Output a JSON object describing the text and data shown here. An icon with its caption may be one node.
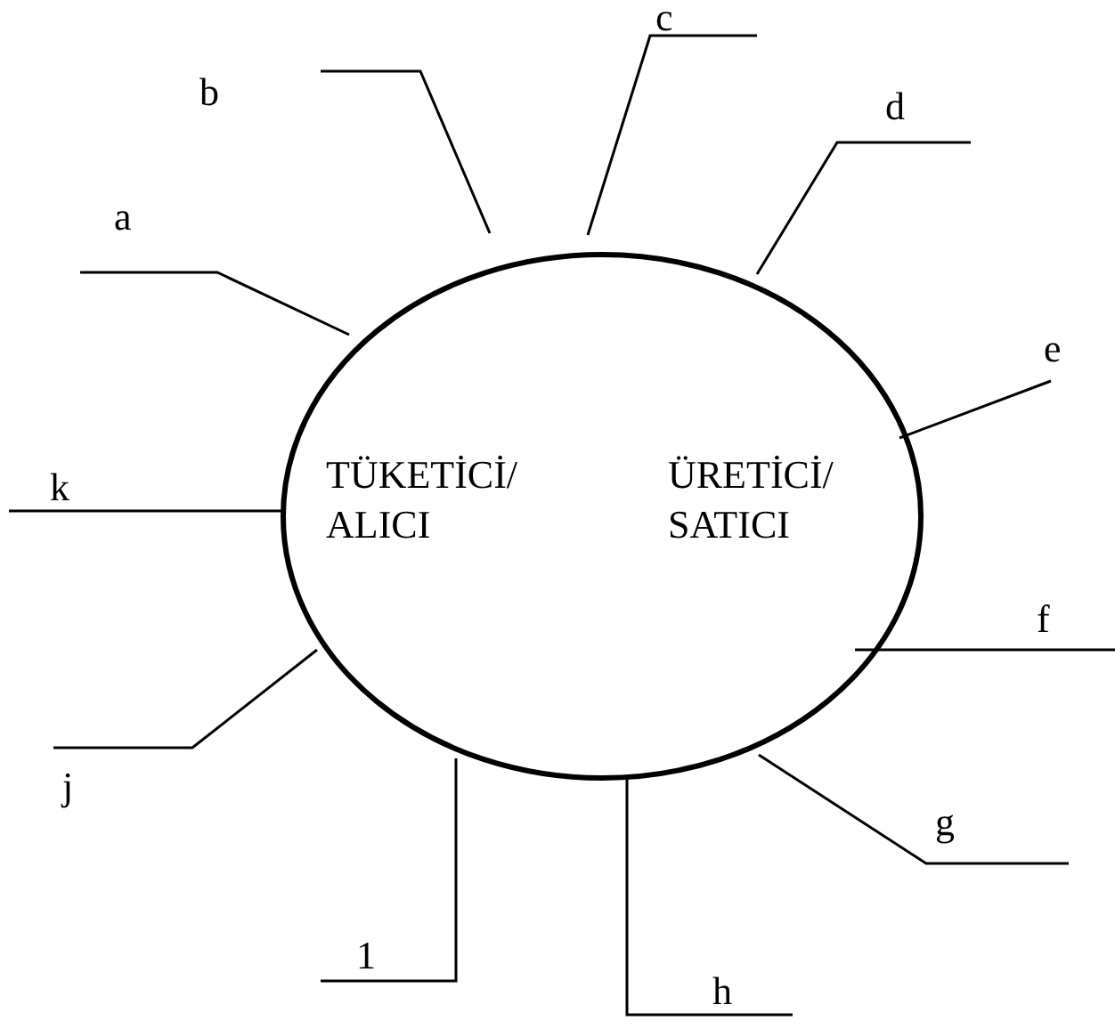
{
  "diagram": {
    "nodes": [
      {
        "text": [
          "TÜKETİCİ/ ALICI",
          "ÜRETİCİ/ SATICI"
        ]
      },
      {
        "text": [
          "a"
        ]
      },
      {
        "text": [
          "b"
        ]
      },
      {
        "text": [
          "c"
        ]
      },
      {
        "text": [
          "d"
        ]
      },
      {
        "text": [
          "e"
        ]
      },
      {
        "text": [
          "f"
        ]
      },
      {
        "text": [
          "g"
        ]
      },
      {
        "text": [
          "h"
        ]
      },
      {
        "text": [
          "1"
        ]
      },
      {
        "text": [
          "j"
        ]
      },
      {
        "text": [
          "k"
        ]
      }
    ],
    "edges": [
      {
        "from": 1,
        "to": 0,
        "arrow": "none"
      },
      {
        "from": 2,
        "to": 0,
        "arrow": "none"
      },
      {
        "from": 3,
        "to": 0,
        "arrow": "none"
      },
      {
        "from": 4,
        "to": 0,
        "arrow": "none"
      },
      {
        "from": 5,
        "to": 0,
        "arrow": "none"
      },
      {
        "from": 6,
        "to": 0,
        "arrow": "none"
      },
      {
        "from": 7,
        "to": 0,
        "arrow": "none"
      },
      {
        "from": 8,
        "to": 0,
        "arrow": "none"
      },
      {
        "from": 9,
        "to": 0,
        "arrow": "none"
      },
      {
        "from": 10,
        "to": 0,
        "arrow": "none"
      },
      {
        "from": 11,
        "to": 0,
        "arrow": "none"
      }
    ]
  }
}
